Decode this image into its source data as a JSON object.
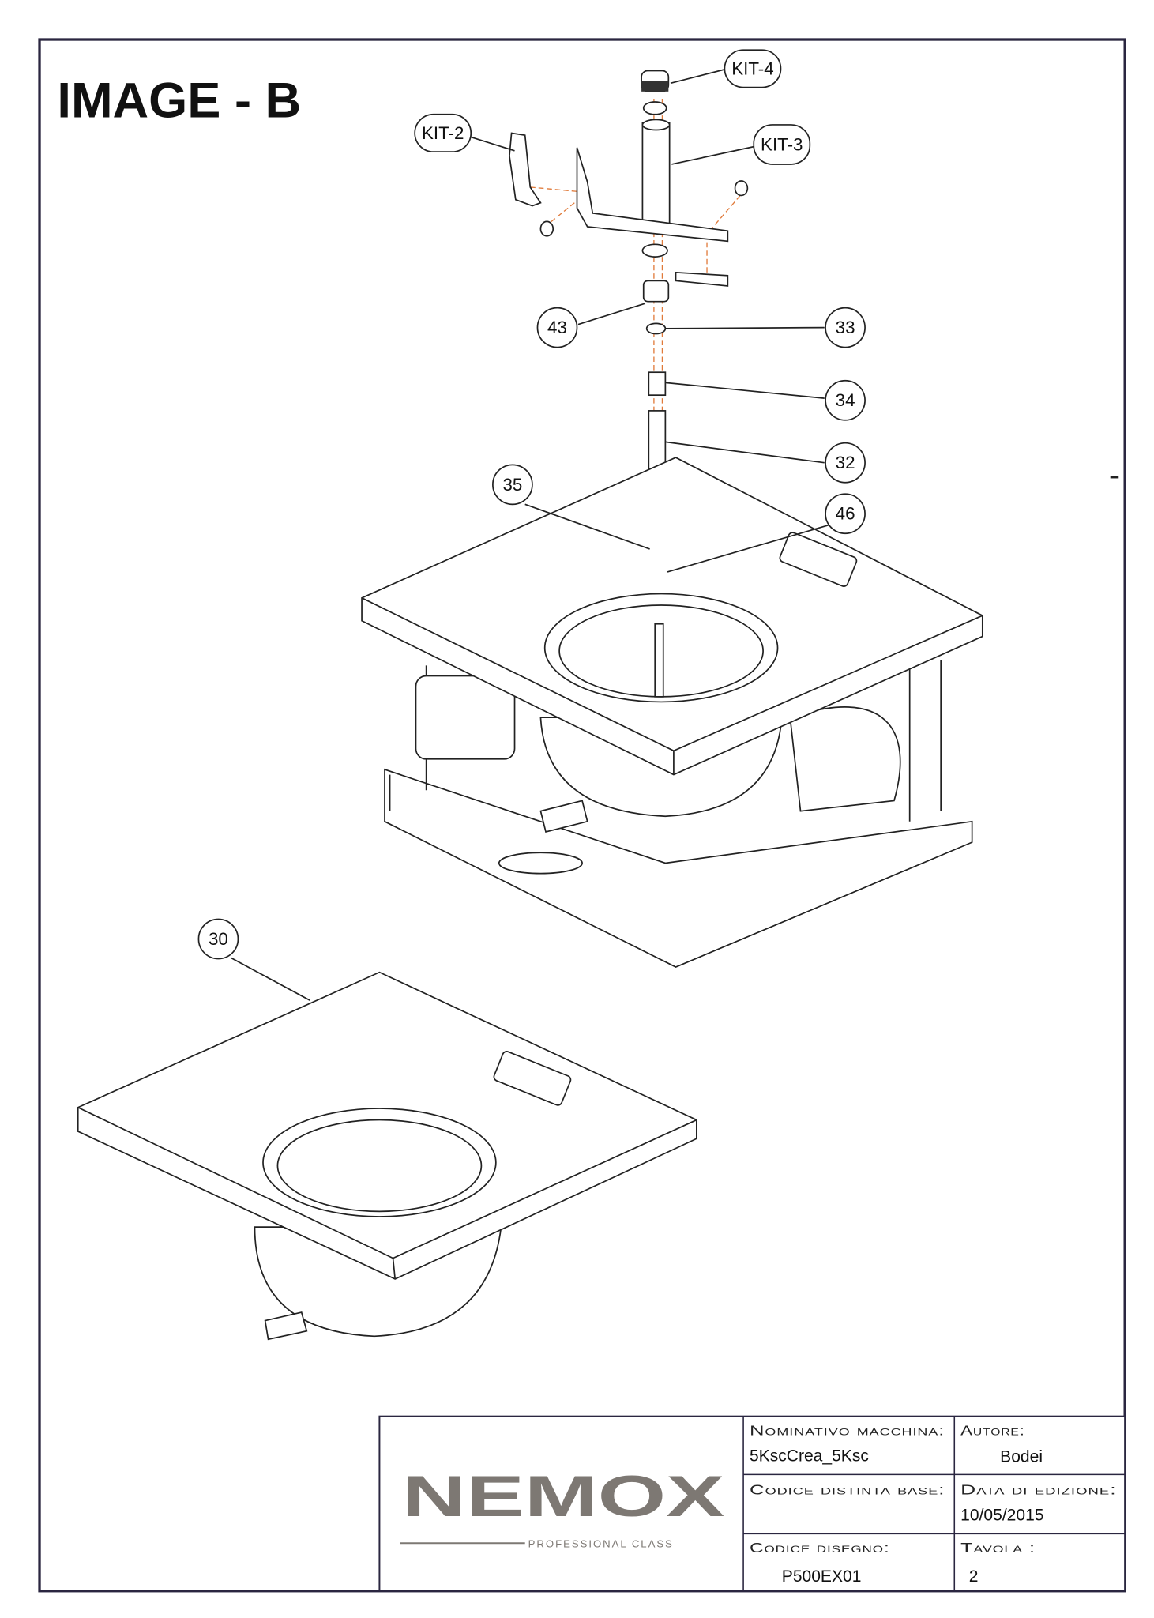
{
  "title": "IMAGE - B",
  "callouts": {
    "kit4": "KIT-4",
    "kit2": "KIT-2",
    "kit3": "KIT-3",
    "p43": "43",
    "p33": "33",
    "p34": "34",
    "p32": "32",
    "p35": "35",
    "p46": "46",
    "p30": "30"
  },
  "title_block": {
    "logo": "NEMOX",
    "logo_tagline": "PROFESSIONAL CLASS",
    "machine_label": "Nominativo macchina:",
    "machine_value": "5KscCrea_5Ksc",
    "author_label": "Autore:",
    "author_value": "Bodei",
    "bom_label": "Codice distinta base:",
    "bom_value": "",
    "date_label": "Data di edizione:",
    "date_value": "10/05/2015",
    "drawing_label": "Codice disegno:",
    "drawing_value": "P500EX01",
    "sheet_label": "Tavola :",
    "sheet_value": "2"
  },
  "colors": {
    "line": "#222222",
    "axis": "#e07a3a",
    "logo": "#7d7873",
    "frame": "#2a2640"
  }
}
